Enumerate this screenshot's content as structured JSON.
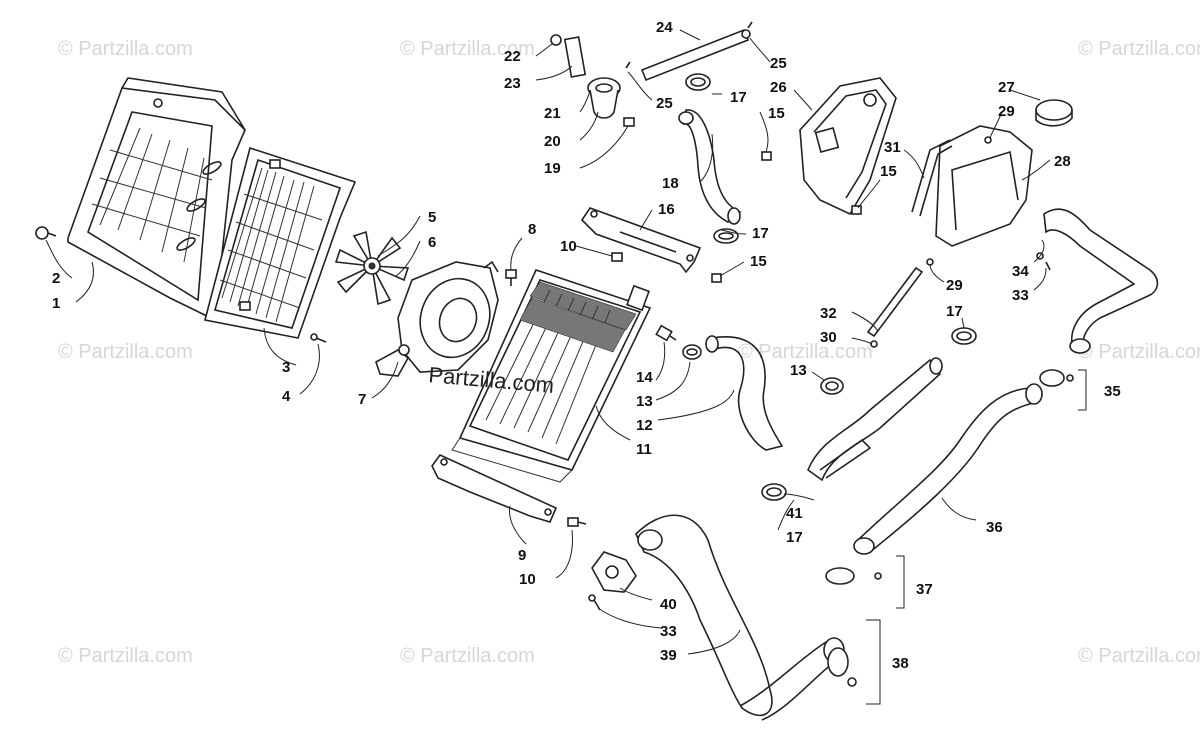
{
  "watermarks": {
    "partzilla": "© Partzilla.com",
    "center": "Partzilla.com"
  },
  "callouts": {
    "c1": "1",
    "c2": "2",
    "c3": "3",
    "c4": "4",
    "c5": "5",
    "c6": "6",
    "c7": "7",
    "c8": "8",
    "c9": "9",
    "c10a": "10",
    "c10b": "10",
    "c11": "11",
    "c12": "12",
    "c13a": "13",
    "c13b": "13",
    "c14": "14",
    "c15a": "15",
    "c15b": "15",
    "c15c": "15",
    "c16": "16",
    "c17a": "17",
    "c17b": "17",
    "c17c": "17",
    "c17d": "17",
    "c18": "18",
    "c19": "19",
    "c20": "20",
    "c21": "21",
    "c22": "22",
    "c23": "23",
    "c24": "24",
    "c25a": "25",
    "c25b": "25",
    "c26": "26",
    "c27": "27",
    "c28": "28",
    "c29a": "29",
    "c29b": "29",
    "c30": "30",
    "c31": "31",
    "c32": "32",
    "c33a": "33",
    "c33b": "33",
    "c34": "34",
    "c35": "35",
    "c36": "36",
    "c37": "37",
    "c38": "38",
    "c39": "39",
    "c40": "40",
    "c41": "41"
  }
}
